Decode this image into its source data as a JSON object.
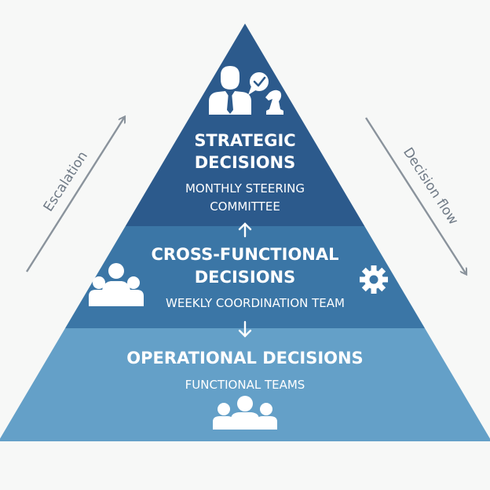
{
  "pyramid": {
    "tiers": [
      {
        "id": "strategic",
        "title_lines": [
          "STRATEGIC",
          "DECISIONS"
        ],
        "subtitle_lines": [
          "MONTHLY STEERING",
          "COMMITTEE"
        ],
        "color": "#2c5a8c",
        "icons": [
          "executive-icon",
          "chat-check-icon",
          "chess-knight-icon"
        ]
      },
      {
        "id": "cross-functional",
        "title_lines": [
          "CROSS-FUNCTIONAL",
          "DECISIONS"
        ],
        "subtitle_lines": [
          "WEEKLY COORDINATION TEAM"
        ],
        "color": "#3b76a6",
        "icons": [
          "team-icon",
          "gear-icon"
        ]
      },
      {
        "id": "operational",
        "title_lines": [
          "OPERATIONAL DECISIONS"
        ],
        "subtitle_lines": [
          "FUNCTIONAL TEAMS"
        ],
        "color": "#64a0c8",
        "icons": [
          "group-icon"
        ]
      }
    ]
  },
  "side_labels": {
    "left": "Escalation",
    "right": "Decision flow"
  },
  "colors": {
    "background": "#f7f8f7",
    "arrow": "#8a939c",
    "text": "#ffffff",
    "side_text": "#6f7a86"
  }
}
